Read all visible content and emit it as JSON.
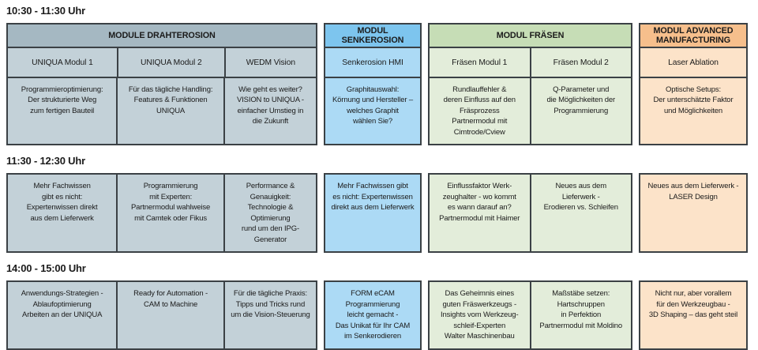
{
  "colors": {
    "border": "#3b4145",
    "text": "#1b1b1b",
    "page_background": "#ffffff"
  },
  "groups": [
    {
      "label": "MODULE DRAHTEROSION",
      "header_bg": "#a5b8c2",
      "cell_bg": "#c3d1d8",
      "columns": [
        "UNIQUA Modul 1",
        "UNIQUA Modul 2",
        "WEDM Vision"
      ]
    },
    {
      "label": "MODUL SENKEROSION",
      "header_bg": "#7dc5ee",
      "cell_bg": "#acdaf5",
      "columns": [
        "Senkerosion HMI"
      ]
    },
    {
      "label": "MODUL FRÄSEN",
      "header_bg": "#c6ddb6",
      "cell_bg": "#e3edda",
      "columns": [
        "Fräsen Modul 1",
        "Fräsen Modul 2"
      ]
    },
    {
      "label": "MODUL ADVANCED\nMANUFACTURING",
      "header_bg": "#f6bf8c",
      "cell_bg": "#fce3c9",
      "columns": [
        "Laser Ablation"
      ]
    }
  ],
  "sessions": [
    {
      "time": "10:30 - 11:30 Uhr",
      "cells": [
        "Programmieroptimierung:\nDer strukturierte Weg\nzum fertigen Bauteil",
        "Für das tägliche Handling:\nFeatures & Funktionen\nUNIQUA",
        "Wie geht es weiter?\nVISION to UNIQUA -\neinfacher Umstieg in\ndie Zukunft",
        "Graphitauswahl:\nKörnung und Hersteller –\nwelches Graphit\nwählen Sie?",
        "Rundlauffehler &\nderen Einfluss auf den\nFräsprozess\nPartnermodul mit\nCimtrode/Cview",
        "Q-Parameter und\ndie Möglichkeiten der\nProgrammierung",
        "Optische Setups:\nDer unterschätzte Faktor\nund Möglichkeiten"
      ]
    },
    {
      "time": "11:30 - 12:30 Uhr",
      "cells": [
        "Mehr Fachwissen\ngibt es nicht:\nExpertenwissen direkt\naus dem Lieferwerk",
        "Programmierung\nmit Experten:\nPartnermodul wahlweise\nmit Camtek oder Fikus",
        "Performance & Genauigkeit:\nTechnologie & Optimierung\nrund um den IPG-Generator",
        "Mehr Fachwissen gibt\nes nicht: Expertenwissen\ndirekt aus dem Lieferwerk",
        "Einflussfaktor Werk-\nzeughalter - wo kommt\nes wann darauf an?\nPartnermodul mit Haimer",
        "Neues aus dem\nLieferwerk -\nErodieren vs. Schleifen",
        "Neues aus dem Lieferwerk -\nLASER Design"
      ]
    },
    {
      "time": "14:00 - 15:00 Uhr",
      "cells": [
        "Anwendungs-Strategien -\nAblaufoptimierung\nArbeiten an der UNIQUA",
        "Ready for Automation -\nCAM to Machine",
        "Für die tägliche Praxis:\nTipps und Tricks rund\num die Vision-Steuerung",
        "FORM eCAM Programmierung\nleicht gemacht -\nDas Unikat für Ihr CAM\nim Senkerodieren",
        "Das Geheimnis eines\nguten Fräswerkzeugs -\nInsights vom Werkzeug-\nschleif-Experten\nWalter Maschinenbau",
        "Maßstäbe setzen:\nHartschruppen\nin Perfektion\nPartnermodul mit Moldino",
        "Nicht nur, aber vorallem\nfür den Werkzeugbau -\n3D Shaping – das geht steil"
      ]
    }
  ]
}
